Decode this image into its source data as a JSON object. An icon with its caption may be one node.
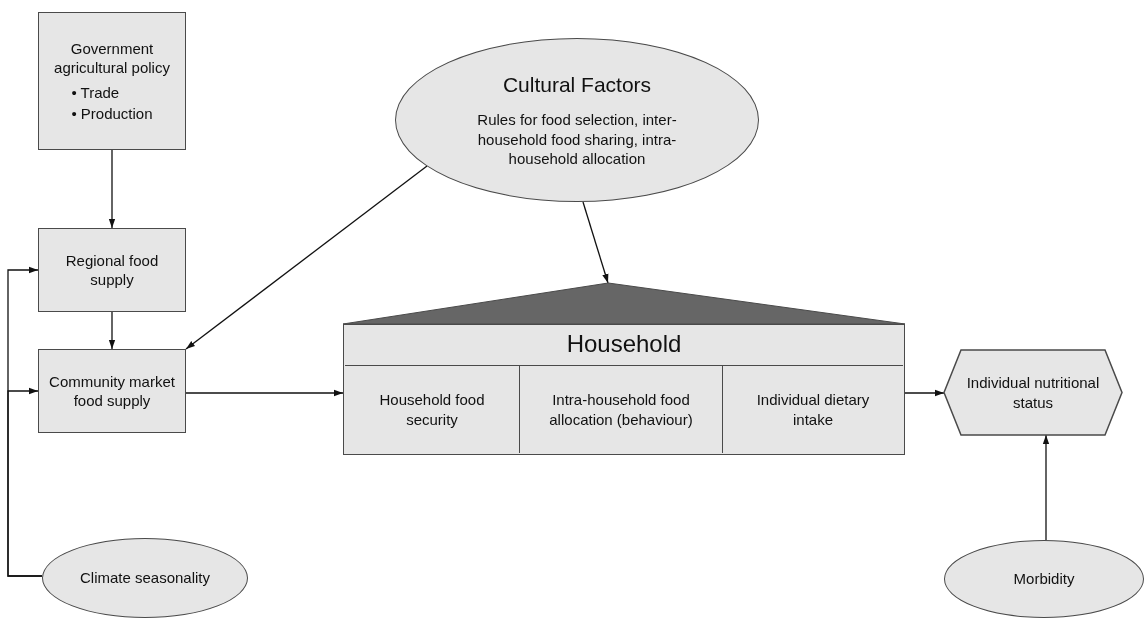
{
  "diagram": {
    "nodes": [
      {
        "text": [
          "Government agricultural policy",
          "• Trade",
          "• Production"
        ]
      },
      {
        "text": [
          "Cultural Factors",
          "Rules for food selection, inter-household food sharing, intra-household allocation"
        ]
      },
      {
        "text": [
          "Regional food supply"
        ]
      },
      {
        "text": [
          "Community market food supply"
        ]
      },
      {
        "text": [
          "Household"
        ]
      },
      {
        "text": [],
        "shape": "triangle"
      },
      {
        "text": [
          "Household food security"
        ],
        "in": 4
      },
      {
        "text": [
          "Intra-household food allocation (behaviour)"
        ],
        "in": 4
      },
      {
        "text": [
          "Individual dietary intake"
        ],
        "in": 4
      },
      {
        "text": [
          "Individual nutritional status"
        ]
      },
      {
        "text": [
          "Climate seasonality"
        ]
      },
      {
        "text": [
          "Morbidity"
        ]
      }
    ],
    "edges": [
      {
        "from": 0,
        "to": 2,
        "arrow": "to"
      },
      {
        "from": 2,
        "to": 3,
        "arrow": "to"
      },
      {
        "from": 1,
        "to": 3,
        "arrow": "to"
      },
      {
        "from": 1,
        "to": 5,
        "arrow": "to"
      },
      {
        "from": 3,
        "to": 4,
        "arrow": "to"
      },
      {
        "from": 4,
        "to": 9,
        "arrow": "to"
      },
      {
        "from": 10,
        "to": 2,
        "arrow": "to"
      },
      {
        "from": 10,
        "to": 3,
        "arrow": "to"
      },
      {
        "from": 11,
        "to": 9,
        "arrow": "to"
      }
    ]
  }
}
